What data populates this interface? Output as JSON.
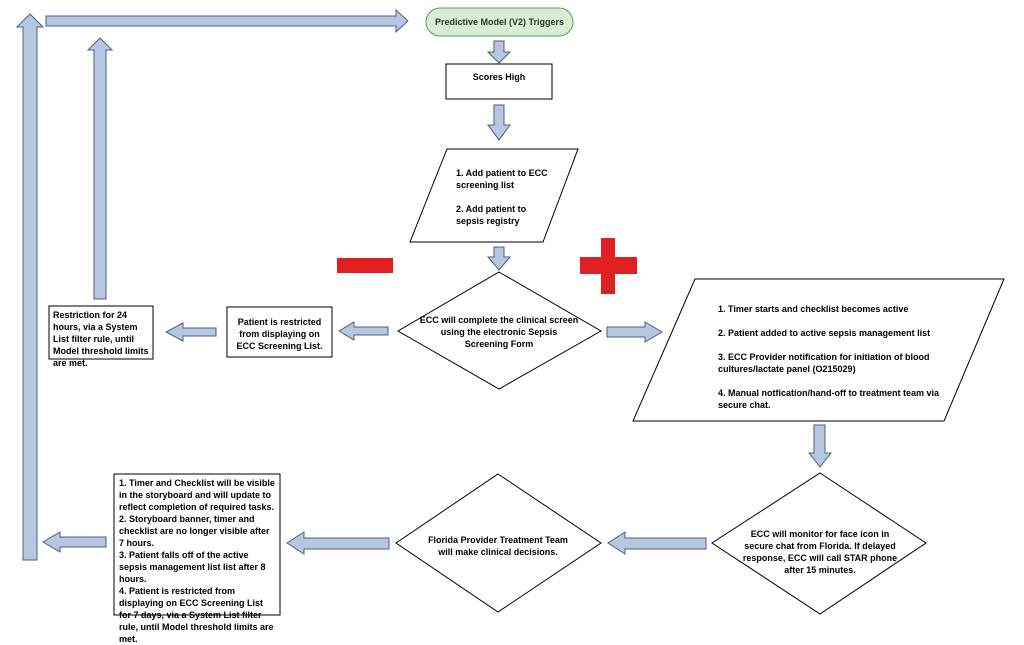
{
  "colors": {
    "arrow_fill": "#b8c7e0",
    "arrow_stroke": "#4a5f86",
    "start_fill": "#d9ecd5",
    "start_stroke": "#52a552",
    "minus_red": "#e02020",
    "plus_red": "#e02020"
  },
  "icons": {
    "minus": "minus-icon",
    "plus": "plus-icon"
  },
  "nodes": {
    "trigger": "Predictive Model (V2) Triggers",
    "scores_high": "Scores High",
    "add_patient": "1. Add patient to ECC screening list\n\n2. Add patient to sepsis registry",
    "clinical_screen": "ECC will complete the clinical screen using the electronic Sepsis Screening Form",
    "restricted_display": "Patient is restricted from displaying on ECC Screening List.",
    "restriction_24h": "Restriction for 24 hours, via a System List filter rule, until Model threshold limits are met.",
    "timer_actions": "1. Timer starts and checklist becomes active\n\n2. Patient added to active sepsis management list\n\n3. ECC Provider notification for initiation of blood cultures/lactate panel (O215029)\n\n4. Manual notfication/hand-off to treatment team via secure chat.",
    "ecc_monitor": "ECC will monitor for face icon in secure chat from Florida. If delayed response, ECC will call STAR phone after 15 minutes.",
    "florida_team": "Florida Provider Treatment Team will make clinical decisions.",
    "timer_visibility": "1. Timer and Checklist will be visible in the storyboard and will update to reflect completion of required tasks.\n2. Storyboard banner, timer and checklist are no longer visible after 7 hours.\n3. Patient falls off of the active sepsis management list list after 8 hours.\n4. Patient is restricted from displaying on ECC Screening List for 7 days, via a System List filter rule, until Model threshold limits are met."
  }
}
